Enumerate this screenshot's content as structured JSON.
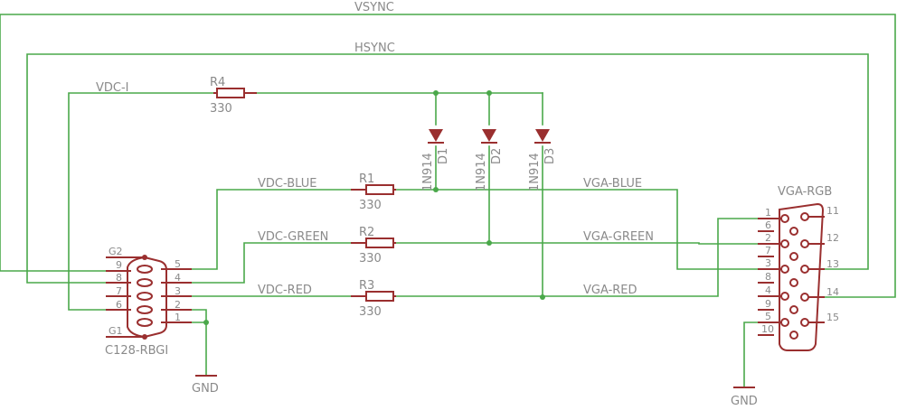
{
  "nets": {
    "vsync": "VSYNC",
    "hsync": "HSYNC",
    "vdc_i": "VDC-I",
    "vdc_blue": "VDC-BLUE",
    "vdc_green": "VDC-GREEN",
    "vdc_red": "VDC-RED",
    "vga_blue": "VGA-BLUE",
    "vga_green": "VGA-GREEN",
    "vga_red": "VGA-RED"
  },
  "resistors": [
    {
      "name": "R4",
      "value": "330"
    },
    {
      "name": "R1",
      "value": "330"
    },
    {
      "name": "R2",
      "value": "330"
    },
    {
      "name": "R3",
      "value": "330"
    }
  ],
  "diodes": [
    {
      "name": "D1",
      "value": "1N914"
    },
    {
      "name": "D2",
      "value": "1N914"
    },
    {
      "name": "D3",
      "value": "1N914"
    }
  ],
  "c128_connector": {
    "name": "C128-RBGI",
    "pins_left": [
      "G2",
      "9",
      "8",
      "7",
      "6",
      "G1"
    ],
    "pins_right": [
      "5",
      "4",
      "3",
      "2",
      "1"
    ]
  },
  "vga_connector": {
    "name": "VGA-RGB",
    "pins_left": [
      "1",
      "6",
      "2",
      "7",
      "3",
      "8",
      "4",
      "9",
      "5",
      "10"
    ],
    "pins_right": [
      "11",
      "12",
      "13",
      "14",
      "15"
    ]
  },
  "ground_left": "GND",
  "ground_right": "GND"
}
